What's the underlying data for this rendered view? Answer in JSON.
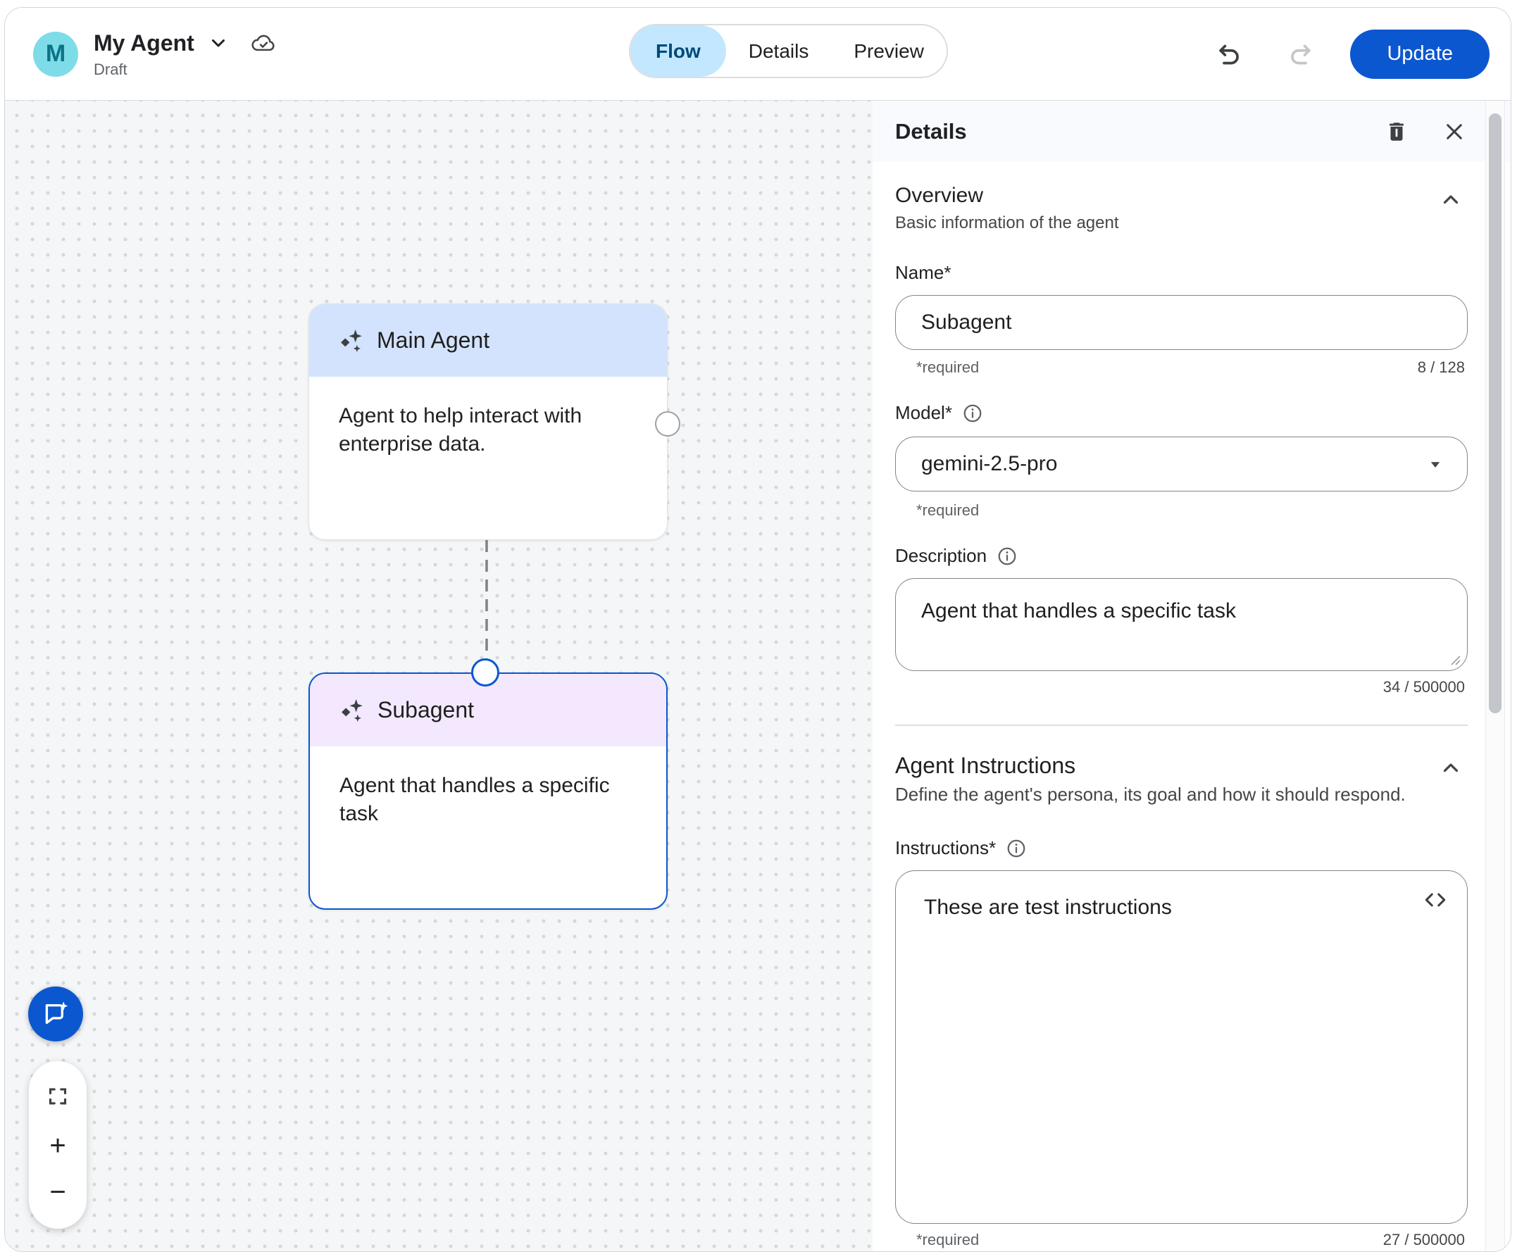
{
  "topbar": {
    "avatar_letter": "M",
    "title": "My Agent",
    "status": "Draft",
    "tabs": [
      {
        "label": "Flow",
        "active": true
      },
      {
        "label": "Details",
        "active": false
      },
      {
        "label": "Preview",
        "active": false
      }
    ],
    "update_label": "Update"
  },
  "canvas": {
    "nodes": [
      {
        "title": "Main Agent",
        "description": "Agent to help interact with enterprise data."
      },
      {
        "title": "Subagent",
        "description": "Agent that handles a specific task"
      }
    ]
  },
  "panel": {
    "title": "Details",
    "overview": {
      "heading": "Overview",
      "subheading": "Basic information of the agent",
      "name_label": "Name*",
      "name_value": "Subagent",
      "name_required": "*required",
      "name_counter": "8 / 128",
      "model_label": "Model*",
      "model_value": "gemini-2.5-pro",
      "model_required": "*required",
      "description_label": "Description",
      "description_value": "Agent that handles a specific task",
      "description_counter": "34 / 500000"
    },
    "instructions": {
      "heading": "Agent Instructions",
      "subheading": "Define the agent's persona, its goal and how it should respond.",
      "label": "Instructions*",
      "value": "These are test instructions",
      "required": "*required",
      "counter": "27 / 500000"
    }
  },
  "colors": {
    "accent_blue": "#0b57d0",
    "tab_selected_bg": "#c2e7ff",
    "tab_selected_text": "#004a77",
    "node_header_blue": "#d3e3fd",
    "node_header_purple": "#f3e8fd",
    "avatar_bg": "#7edce9"
  }
}
